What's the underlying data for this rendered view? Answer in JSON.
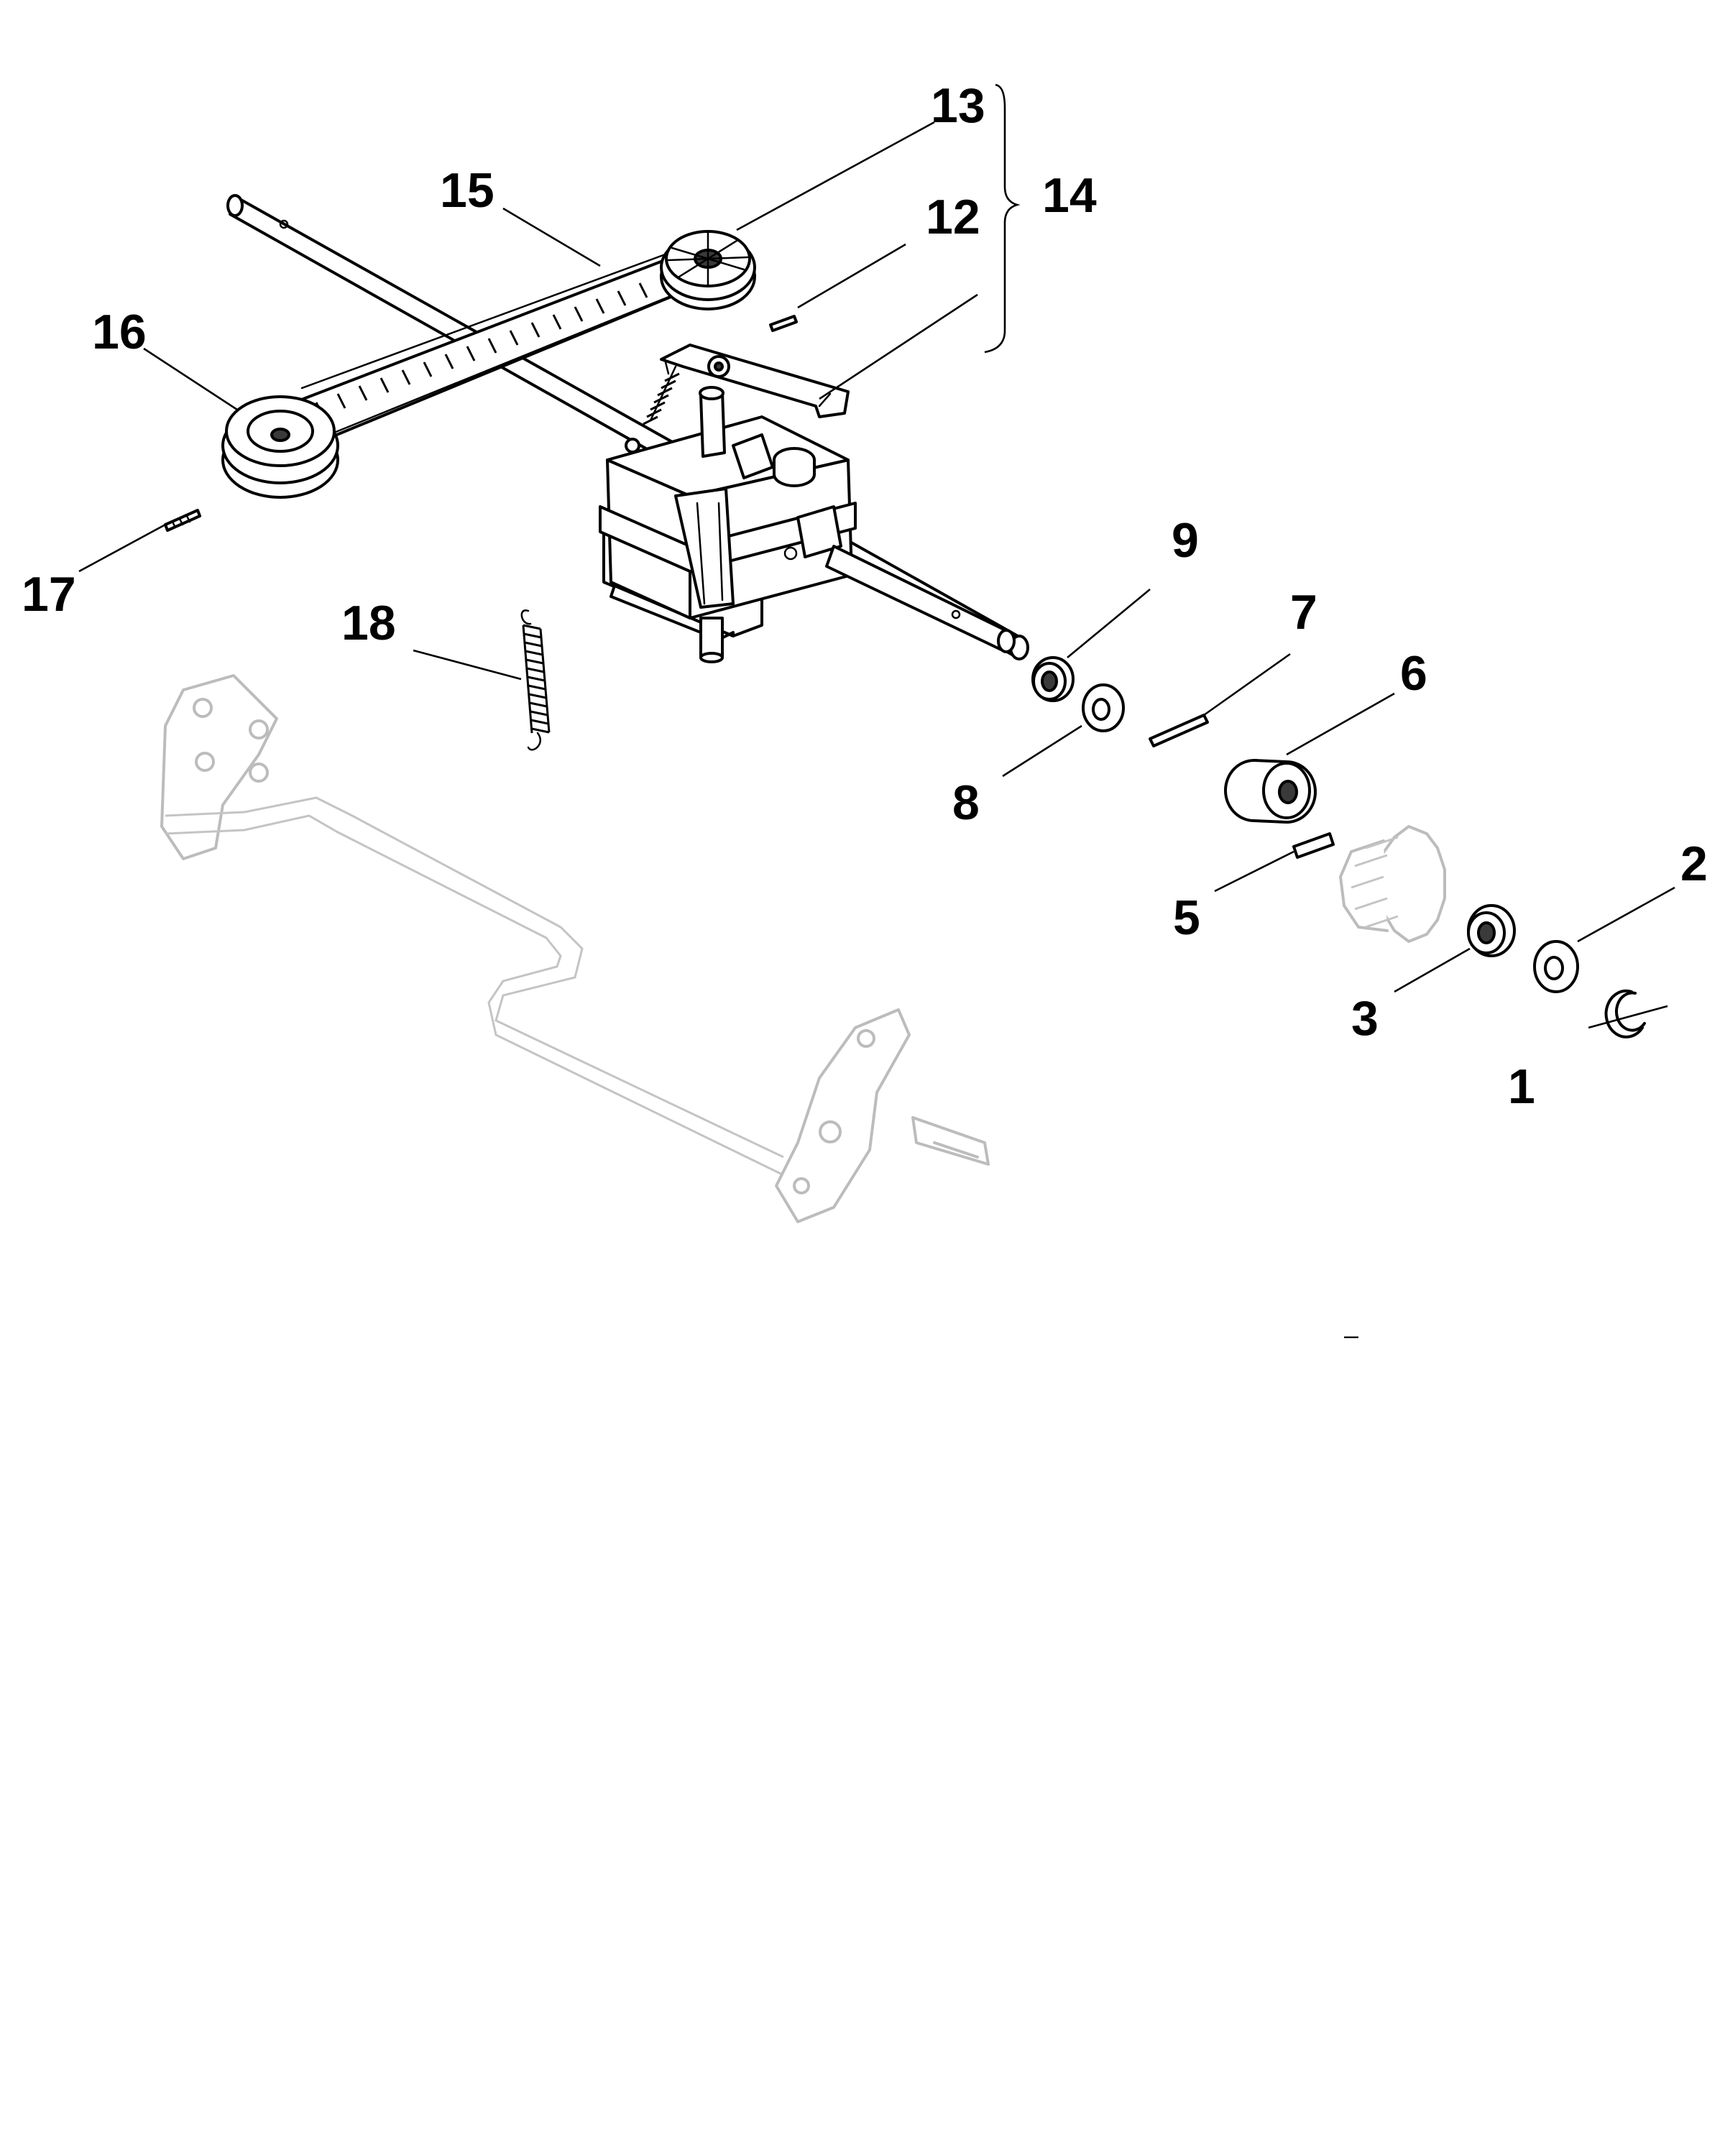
{
  "callouts": [
    {
      "id": "1",
      "text": "1"
    },
    {
      "id": "2",
      "text": "2"
    },
    {
      "id": "3",
      "text": "3"
    },
    {
      "id": "5",
      "text": "5"
    },
    {
      "id": "6",
      "text": "6"
    },
    {
      "id": "7",
      "text": "7"
    },
    {
      "id": "8",
      "text": "8"
    },
    {
      "id": "9",
      "text": "9"
    },
    {
      "id": "12",
      "text": "12"
    },
    {
      "id": "13",
      "text": "13"
    },
    {
      "id": "14",
      "text": "14"
    },
    {
      "id": "15",
      "text": "15"
    },
    {
      "id": "16",
      "text": "16"
    },
    {
      "id": "17",
      "text": "17"
    },
    {
      "id": "18",
      "text": "18"
    }
  ],
  "stray_mark": "–"
}
